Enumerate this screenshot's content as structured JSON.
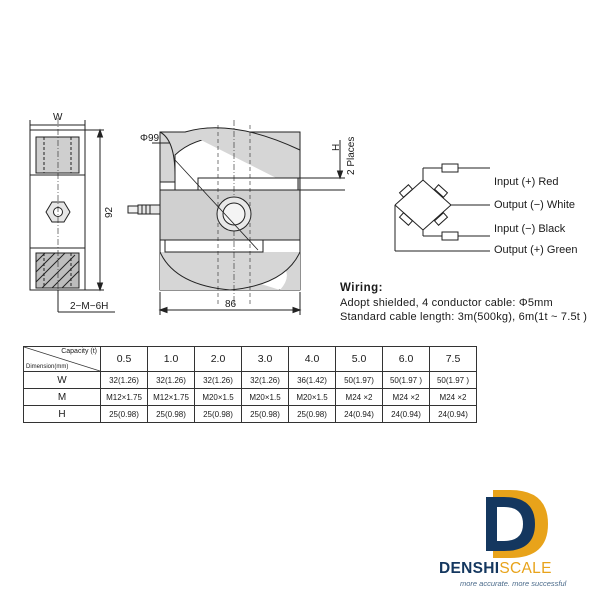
{
  "drawing": {
    "labels": {
      "w": "W",
      "phi99": "Φ99",
      "h": "H",
      "places": "2 Places",
      "n92": "92",
      "n86": "86",
      "thread": "2−M−6H"
    }
  },
  "wiring": {
    "title": "Wiring:",
    "line1": "Adopt shielded, 4 conductor cable: Φ5mm",
    "line2": "Standard cable length: 3m(500kg), 6m(1t ~ 7.5t )",
    "leads": [
      "Input (+) Red",
      "Output (−) White",
      "Input (−) Black",
      "Output (+) Green"
    ]
  },
  "table": {
    "corner_capacity": "Capacity (t)",
    "corner_dimension": "Dimension(mm)",
    "capacities": [
      "0.5",
      "1.0",
      "2.0",
      "3.0",
      "4.0",
      "5.0",
      "6.0",
      "7.5"
    ],
    "rows": [
      {
        "name": "W",
        "cells": [
          "32(1.26)",
          "32(1.26)",
          "32(1.26)",
          "32(1.26)",
          "36(1.42)",
          "50(1.97)",
          "50(1.97 )",
          "50(1.97 )"
        ]
      },
      {
        "name": "M",
        "cells": [
          "M12×1.75",
          "M12×1.75",
          "M20×1.5",
          "M20×1.5",
          "M20×1.5",
          "M24 ×2",
          "M24 ×2",
          "M24 ×2"
        ]
      },
      {
        "name": "H",
        "cells": [
          "25(0.98)",
          "25(0.98)",
          "25(0.98)",
          "25(0.98)",
          "25(0.98)",
          "24(0.94)",
          "24(0.94)",
          "24(0.94)"
        ]
      }
    ]
  },
  "logo": {
    "name_part1": "DENSHI",
    "name_part2": "SCALE",
    "tagline": "more accurate. more successful",
    "colors": {
      "dark": "#14375f",
      "accent": "#e8a31a"
    }
  }
}
